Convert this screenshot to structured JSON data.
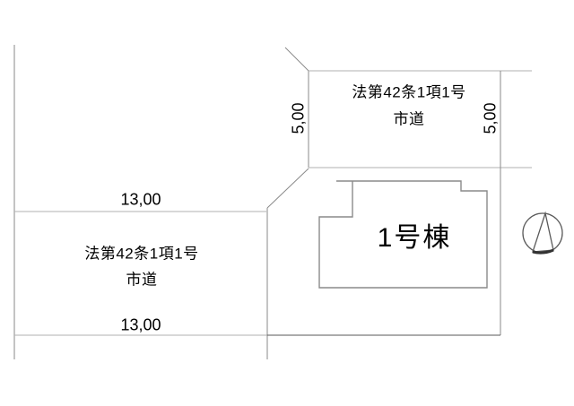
{
  "colors": {
    "background": "#ffffff",
    "line": "#8a8a8a",
    "line_light": "#b2b2b2",
    "line_dark": "#5a5a5a",
    "text": "#000000"
  },
  "top_road": {
    "name_line1": "法第42条1項1号",
    "name_line2": "市道",
    "width_dim_left": "5,00",
    "width_dim_right": "5,00"
  },
  "left_road": {
    "name_line1": "法第42条1項1号",
    "name_line2": "市道",
    "frontage_dim_top": "13,00",
    "frontage_dim_bottom": "13,00"
  },
  "building": {
    "label": "1号棟"
  },
  "icons": {
    "north_arrow": "circled-north-needle"
  }
}
